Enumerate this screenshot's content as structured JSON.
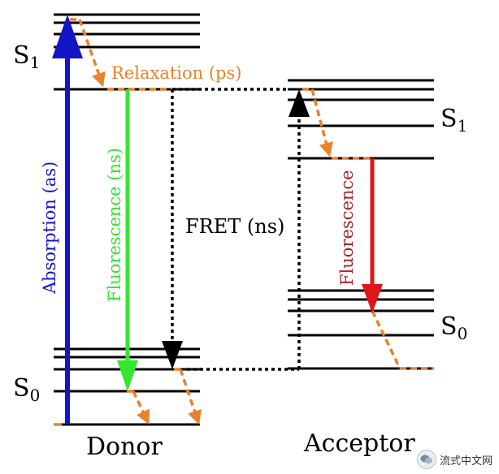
{
  "donor": {
    "name": "Donor",
    "s1": "S",
    "s1_sub": "1",
    "s0": "S",
    "s0_sub": "0"
  },
  "acceptor": {
    "name": "Acceptor",
    "s1": "S",
    "s1_sub": "1",
    "s0": "S",
    "s0_sub": "0"
  },
  "labels": {
    "absorption": "Absorption (as)",
    "relaxation": "Relaxation (ps)",
    "donor_fluorescence": "Fluorescence (ns)",
    "fret": "FRET (ns)",
    "acceptor_fluorescence": "Fluorescence"
  },
  "colors": {
    "absorption": "#1414c8",
    "relaxation": "#e8822c",
    "donor_fluorescence": "#33e62e",
    "acceptor_fluorescence": "#e0151b",
    "levels": "#000000"
  },
  "watermark": {
    "icon": "wechat-logo",
    "text": "流式中文网"
  }
}
